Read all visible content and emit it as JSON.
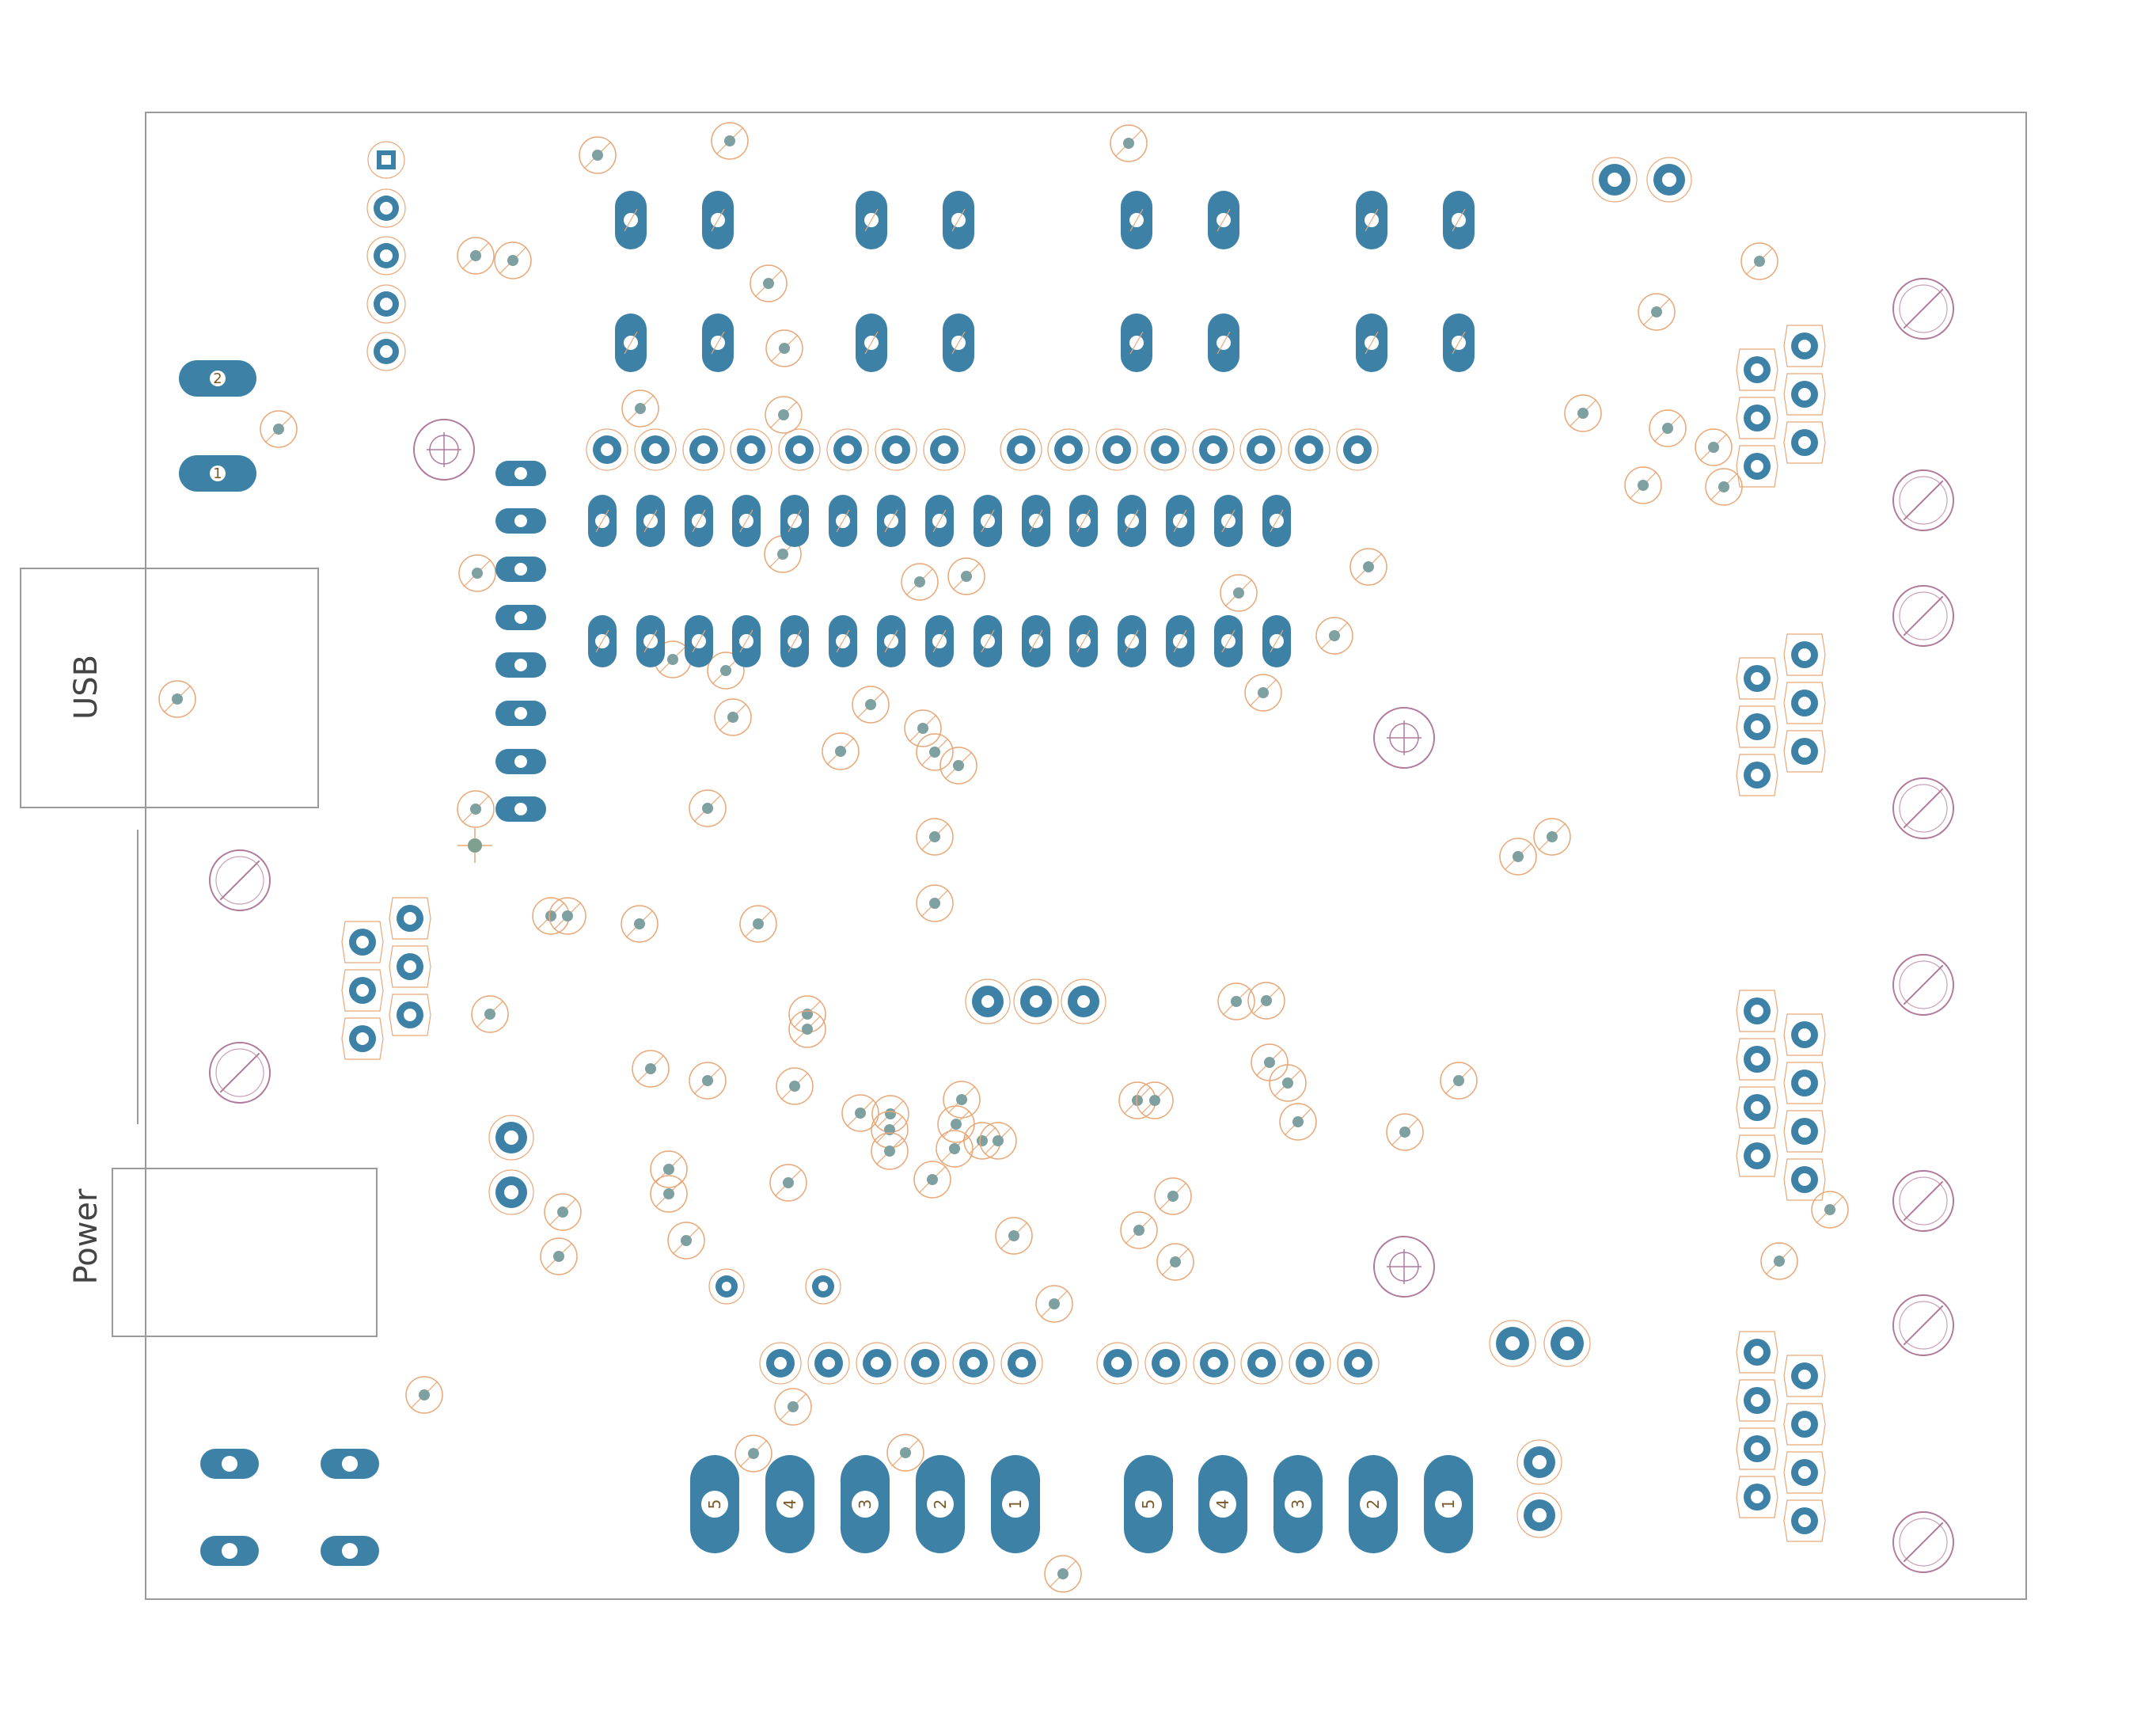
{
  "labels": {
    "usb": "USB",
    "power": "Power"
  },
  "pin_numbers": {
    "jumper_top": "2",
    "jumper_bottom": "1",
    "terminal_left": [
      "5",
      "4",
      "3",
      "2",
      "1"
    ],
    "terminal_right": [
      "5",
      "4",
      "3",
      "2",
      "1"
    ]
  },
  "colors": {
    "background": "#ffffff",
    "board_outline": "#9a9a9a",
    "copper_pad": "#3d82a6",
    "drill_hole": "#ffffff",
    "via_ring": "#e8a878",
    "via_center": "#7fa0a0",
    "mounting_hole": "#b07a9a",
    "silkscreen": "#444444"
  },
  "icons": {
    "via": "via-icon",
    "pad": "through-hole-pad-icon",
    "mount": "mounting-hole-icon",
    "fiducial": "fiducial-icon"
  }
}
